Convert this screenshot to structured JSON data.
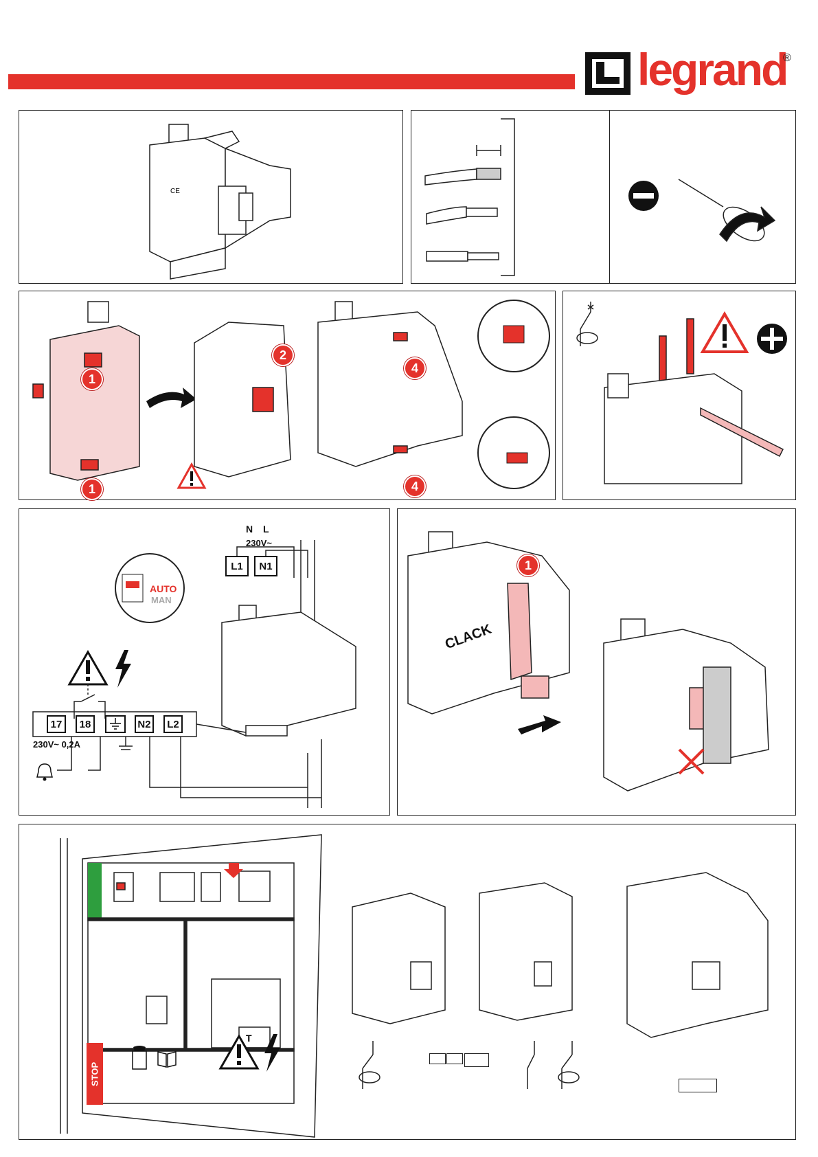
{
  "brand": {
    "name": "legrand",
    "registered": "®",
    "accent_color": "#e4322b"
  },
  "panel_wiring": {
    "voltage_label": "230V~",
    "neutral_label": "N",
    "line_label": "L",
    "input_terminals": [
      "L1",
      "N1"
    ],
    "aux_terminals": [
      "17",
      "18"
    ],
    "output_terminals": [
      "N2",
      "L2"
    ],
    "aux_rating": "230V~ 0,2A",
    "mode_auto": "AUTO",
    "mode_man": "MAN"
  },
  "panel_padlock": {
    "sound_label": "CLACK",
    "step": "1"
  },
  "panel_assembly": {
    "steps": [
      "1",
      "2",
      "4"
    ]
  },
  "panel_stop": {
    "stop_label": "STOP",
    "t_label": "T"
  },
  "icons": [
    "warning-icon",
    "lightning-icon",
    "screwdriver-flat-icon",
    "screwdriver-cross-icon",
    "bell-icon",
    "ground-icon",
    "phone-icon",
    "manual-book-icon",
    "padlock-icon"
  ]
}
